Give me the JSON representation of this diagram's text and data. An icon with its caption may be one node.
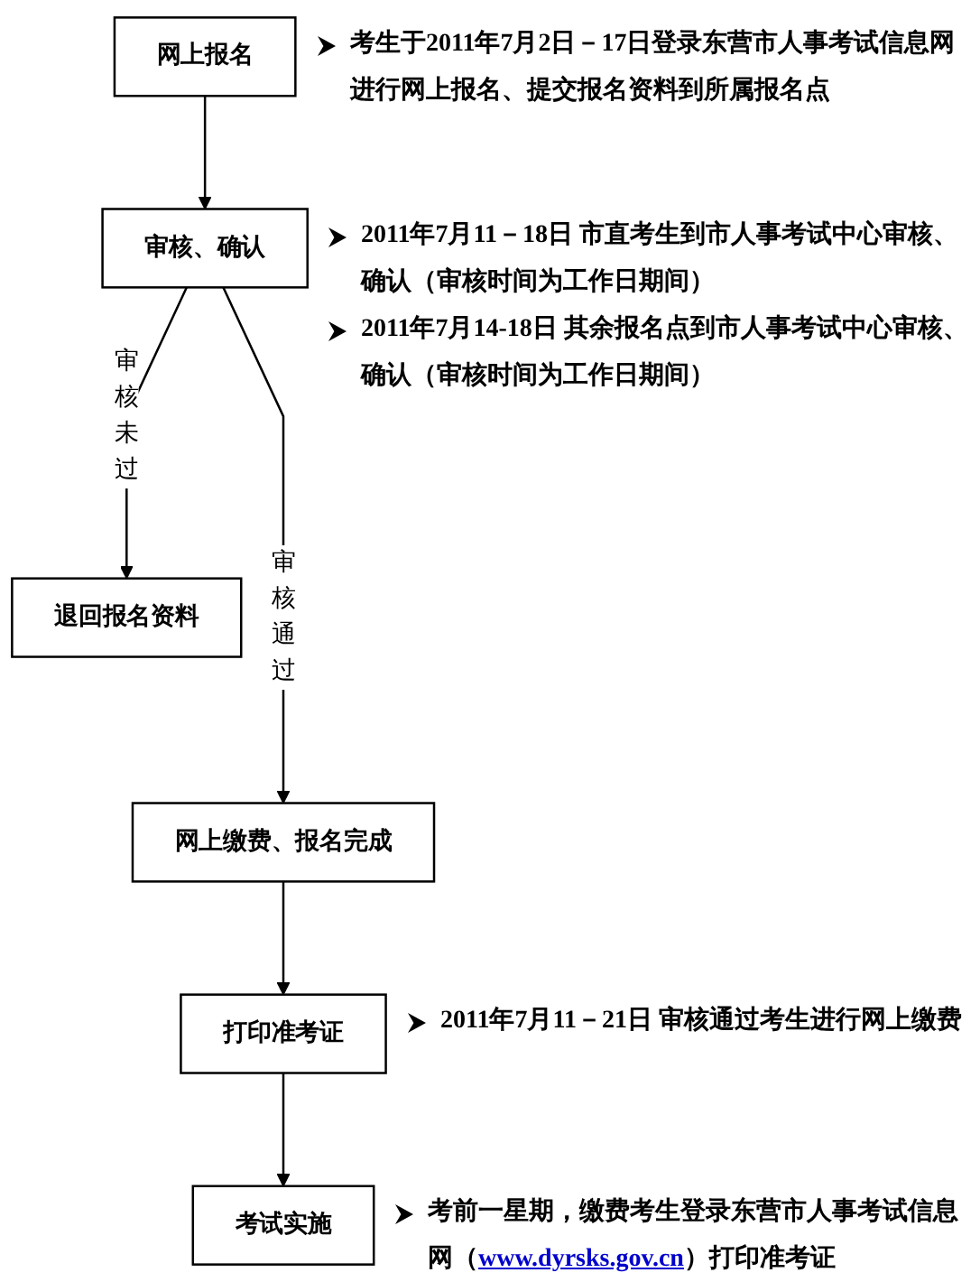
{
  "diagram": {
    "nodes": [
      {
        "text": [
          "网上报名"
        ],
        "beside": [
          "考生于2011年7月2日－17日登录东营市人事考试信息网进行网上报名、提交报名资料到所属报名点"
        ]
      },
      {
        "text": [
          "审核、确认"
        ],
        "beside": [
          "2011年7月11－18日 市直考生到市人事考试中心审核、确认（审核时间为工作日期间）",
          "2011年7月14-18日 其余报名点到市人事考试中心审核、确认（审核时间为工作日期间）"
        ]
      },
      {
        "text": [
          "退回报名资料"
        ]
      },
      {
        "text": [
          "网上缴费、报名完成"
        ]
      },
      {
        "text": [
          "打印准考证"
        ],
        "beside": [
          "2011年7月11－21日 审核通过考生进行网上缴费"
        ]
      },
      {
        "text": [
          "考试实施"
        ],
        "beside": [
          "考前一星期，缴费考生登录东营市人事考试信息网（www.dyrsks.gov.cn）打印准考证"
        ]
      }
    ],
    "edges": [
      {
        "from": 0,
        "to": 1,
        "arrow": "to"
      },
      {
        "from": 1,
        "to": 2,
        "arrow": "to",
        "label": "审核未过"
      },
      {
        "from": 1,
        "to": 3,
        "arrow": "to",
        "label": "审核通过"
      },
      {
        "from": 3,
        "to": 4,
        "arrow": "to"
      },
      {
        "from": 4,
        "to": 5,
        "arrow": "to"
      }
    ]
  }
}
